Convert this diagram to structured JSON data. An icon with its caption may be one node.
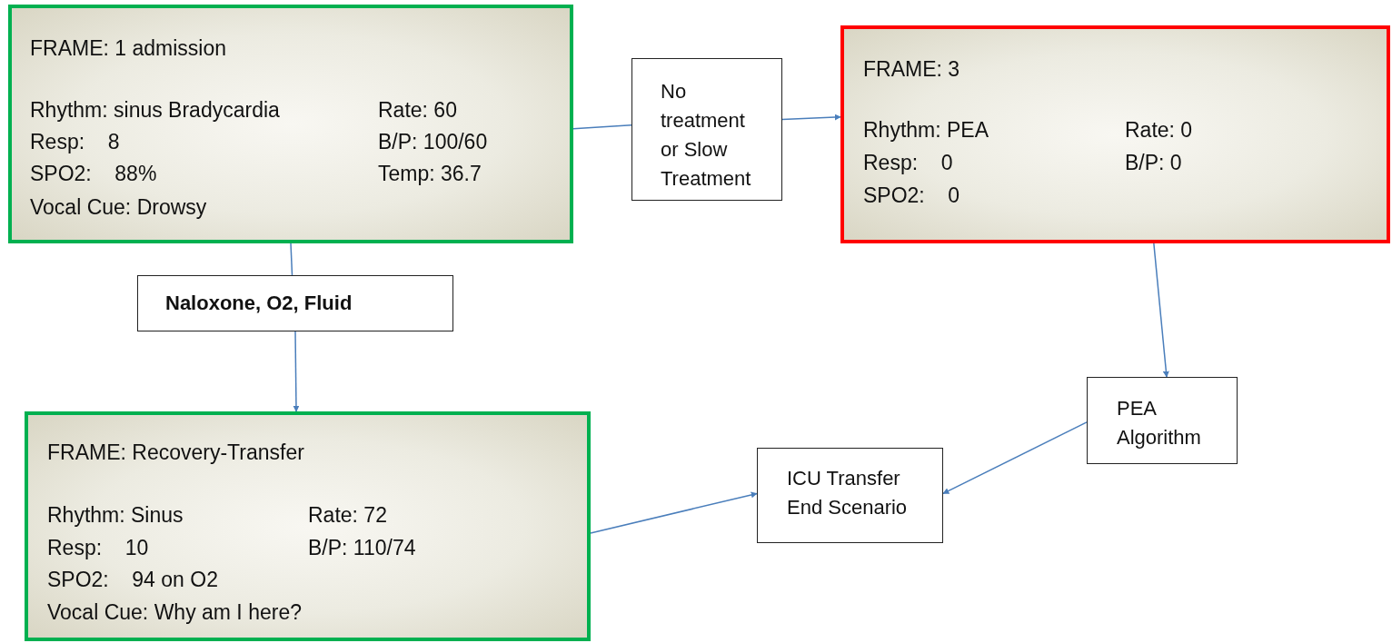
{
  "diagram": {
    "nodes": [
      {
        "text": [
          "FRAME: 1 admission",
          "Rhythm: sinus Bradycardia",
          "Rate: 60",
          "Resp:    8",
          "B/P: 100/60",
          "SPO2:    88%",
          "Temp: 36.7",
          "Vocal Cue: Drowsy"
        ]
      },
      {
        "text": [
          "No treatment or Slow Treatment"
        ]
      },
      {
        "text": [
          "FRAME: 3",
          "Rhythm: PEA",
          "Rate: 0",
          "Resp:    0",
          "B/P: 0",
          "SPO2:    0"
        ]
      },
      {
        "text": [
          "Naloxone, O2, Fluid"
        ]
      },
      {
        "text": [
          "FRAME: Recovery-Transfer",
          "Rhythm: Sinus",
          "Rate: 72",
          "Resp:    10",
          "B/P: 110/74",
          "SPO2:    94 on O2",
          "Vocal Cue: Why am I here?"
        ]
      },
      {
        "text": [
          "PEA Algorithm"
        ]
      },
      {
        "text": [
          "ICU Transfer End Scenario"
        ]
      }
    ],
    "edges": [
      {
        "from": 0,
        "to": 1,
        "arrow": "none"
      },
      {
        "from": 1,
        "to": 2,
        "arrow": "to"
      },
      {
        "from": 0,
        "to": 3,
        "arrow": "none"
      },
      {
        "from": 3,
        "to": 4,
        "arrow": "to"
      },
      {
        "from": 2,
        "to": 5,
        "arrow": "to"
      },
      {
        "from": 5,
        "to": 6,
        "arrow": "to"
      },
      {
        "from": 4,
        "to": 6,
        "arrow": "to"
      }
    ]
  }
}
